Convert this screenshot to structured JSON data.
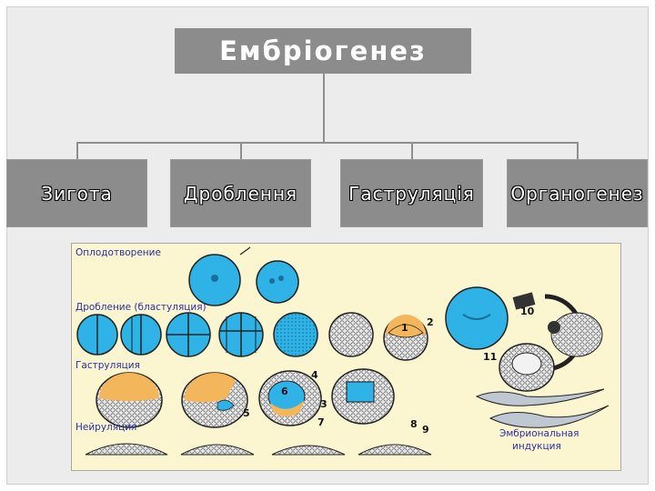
{
  "title": "Ембріогенез",
  "stages": [
    {
      "label": "Зигота"
    },
    {
      "label": "Дроблення"
    },
    {
      "label": "Гаструляція"
    },
    {
      "label": "Органогенез"
    }
  ],
  "figure": {
    "labels": {
      "fertilization": "Оплодотворение",
      "cleavage": "Дробление (бластуляция)",
      "gastrulation": "Гаструляция",
      "neurulation": "Нейруляция",
      "embryonic_induction_line1": "Эмбриональная",
      "embryonic_induction_line2": "индукция"
    },
    "numbers": [
      "1",
      "2",
      "3",
      "4",
      "5",
      "6",
      "7",
      "8",
      "9",
      "10",
      "11"
    ]
  },
  "colors": {
    "box_fill": "#8c8c8c",
    "panel_bg": "#fbf6cf",
    "cell_blue": "#2fb3e6",
    "yolk_orange": "#f4b65a",
    "label_blue": "#2d2da8"
  }
}
